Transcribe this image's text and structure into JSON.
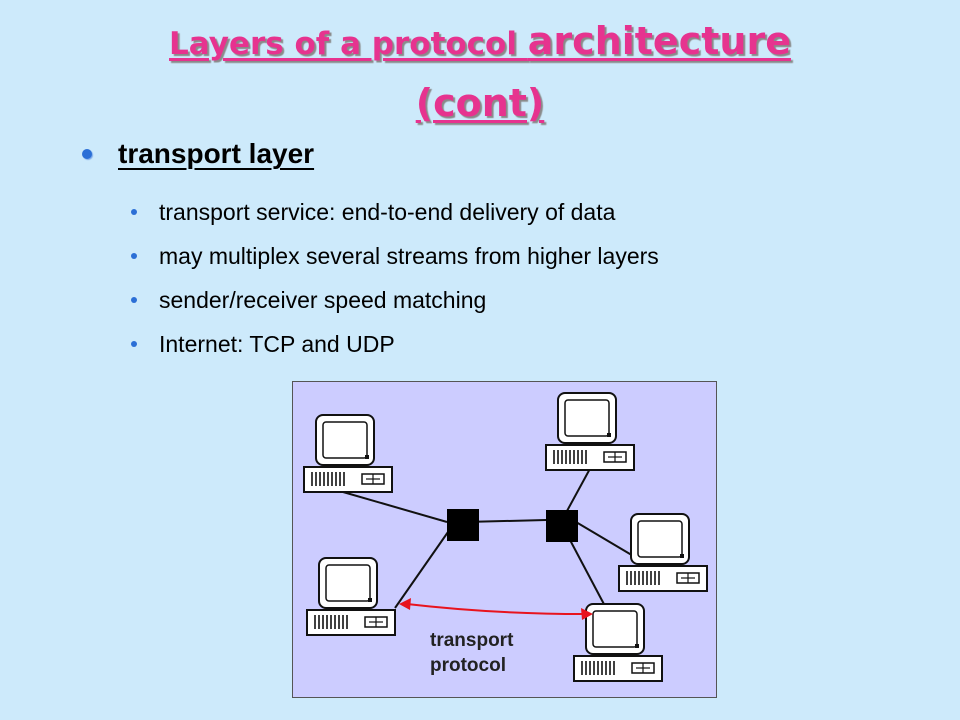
{
  "slide": {
    "title_part1": "Layers of a protocol ",
    "title_part2": "architecture",
    "title_line2": "(cont)",
    "bullet_main": "transport layer",
    "sub_bullets": [
      "transport service: end-to-end delivery of data",
      "may multiplex several streams from higher layers",
      "sender/receiver speed matching",
      "Internet: TCP and UDP"
    ]
  },
  "diagram": {
    "label_line1": "transport",
    "label_line2": "protocol",
    "hosts": [
      "host-top-left",
      "host-top-right",
      "host-right",
      "host-bottom-left",
      "host-bottom-right"
    ],
    "routers": [
      "router-left",
      "router-right"
    ],
    "arrow_color": "#e8141e"
  },
  "colors": {
    "background": "#cdeafb",
    "title": "#e6338f",
    "bullet": "#2b6fd6",
    "diagram_bg": "#ccccff"
  }
}
